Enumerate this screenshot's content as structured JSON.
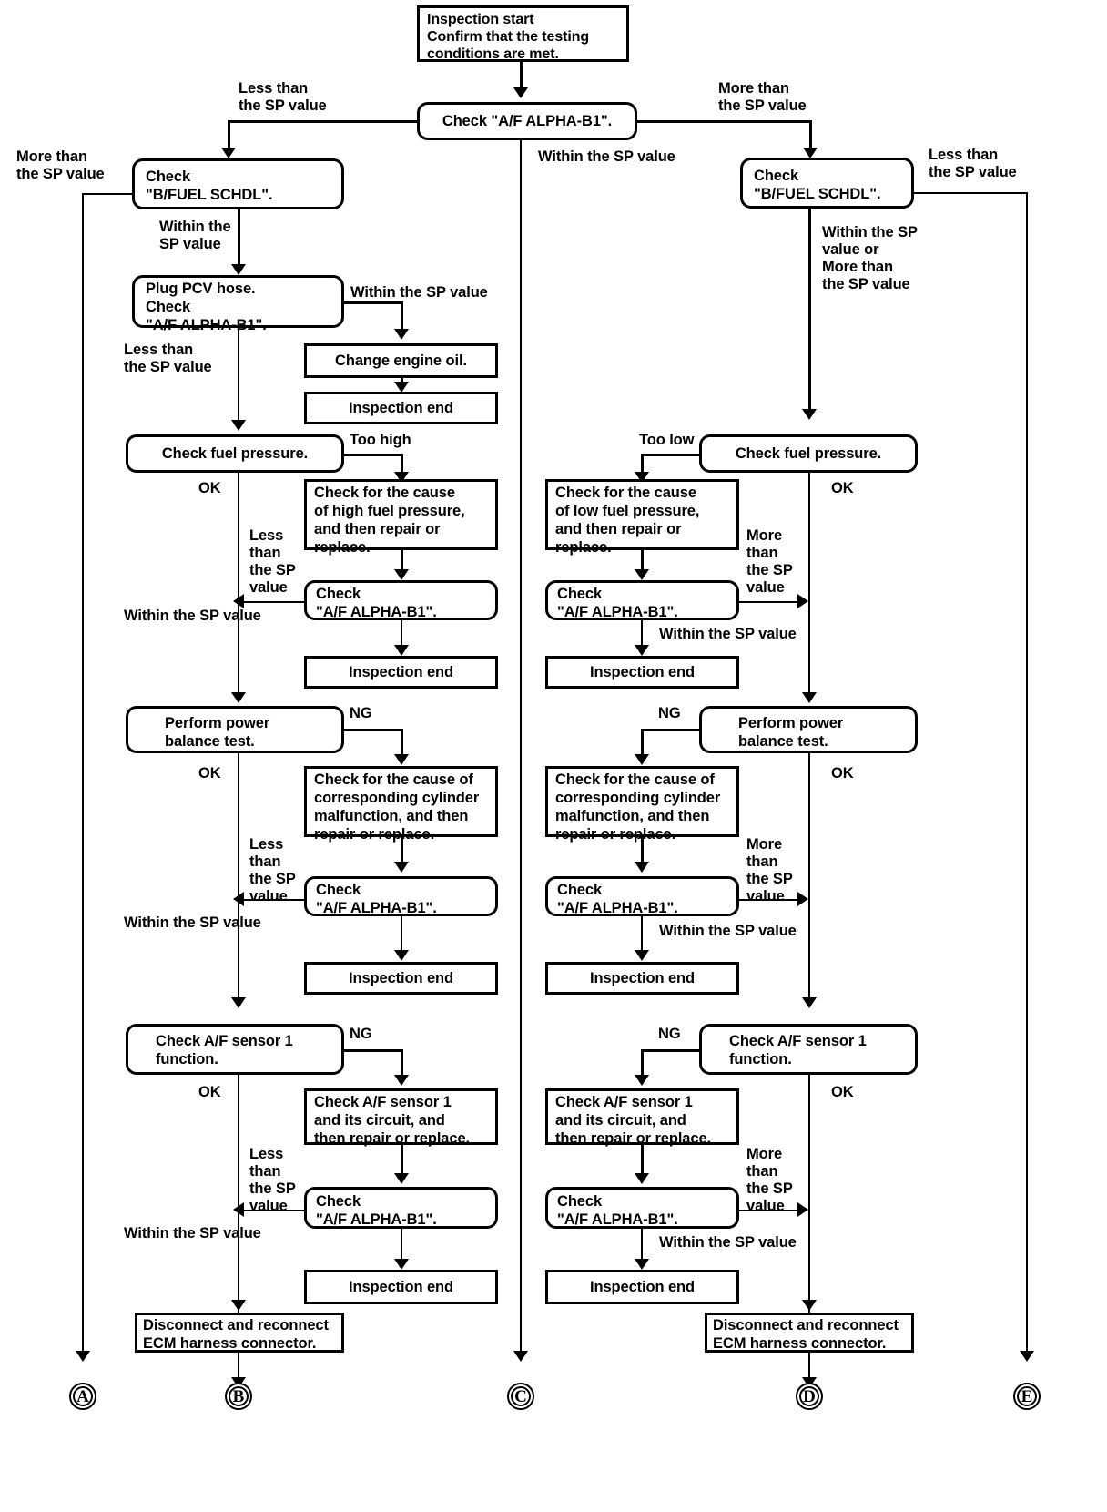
{
  "diagram": {
    "title": "A/F ALPHA-B1 diagnostic flow chart",
    "boxes": {
      "start": "Inspection start\nConfirm that the testing\nconditions are met.",
      "check_af_top": "Check \"A/F ALPHA-B1\".",
      "check_bfuel_left": "Check\n\"B/FUEL SCHDL\".",
      "check_bfuel_right": "Check\n\"B/FUEL SCHDL\".",
      "plug_pcv": "Plug PCV hose.\nCheck\n\"A/F ALPHA-B1\".",
      "change_oil": "Change engine oil.",
      "insp_end_1": "Inspection end",
      "check_fuel_press_left": "Check fuel pressure.",
      "check_fuel_press_right": "Check fuel pressure.",
      "cause_high_press": "Check for the cause\nof high fuel pressure,\nand then repair or\nreplace.",
      "cause_low_press": "Check for the cause\nof low fuel pressure,\nand then repair or\nreplace.",
      "check_af_2l": "Check\n\"A/F ALPHA-B1\".",
      "check_af_2r": "Check\n\"A/F ALPHA-B1\".",
      "insp_end_2l": "Inspection end",
      "insp_end_2r": "Inspection end",
      "power_balance_left": "Perform power\nbalance test.",
      "power_balance_right": "Perform power\nbalance test.",
      "cause_cyl_left": "Check for the cause of\ncorresponding cylinder\nmalfunction, and then\nrepair or replace.",
      "cause_cyl_right": "Check for the cause of\ncorresponding cylinder\nmalfunction, and then\nrepair or replace.",
      "check_af_3l": "Check\n\"A/F ALPHA-B1\".",
      "check_af_3r": "Check\n\"A/F ALPHA-B1\".",
      "insp_end_3l": "Inspection end",
      "insp_end_3r": "Inspection end",
      "af_sensor_left": "Check A/F sensor 1\nfunction.",
      "af_sensor_right": "Check A/F sensor 1\nfunction.",
      "af_circuit_left": "Check A/F sensor 1\nand its circuit, and\nthen repair or replace.",
      "af_circuit_right": "Check A/F sensor 1\nand its circuit, and\nthen repair or replace.",
      "check_af_4l": "Check\n\"A/F ALPHA-B1\".",
      "check_af_4r": "Check\n\"A/F ALPHA-B1\".",
      "insp_end_4l": "Inspection end",
      "insp_end_4r": "Inspection end",
      "ecm_left": "Disconnect and reconnect\nECM harness connector.",
      "ecm_right": "Disconnect and reconnect\nECM harness connector."
    },
    "labels": {
      "less_than_top": "Less than\nthe SP value",
      "more_than_top": "More than\nthe SP value",
      "more_than_far_left": "More than\nthe SP value",
      "less_than_far_right": "Less than\nthe SP value",
      "within_left_1": "Within the\nSP value",
      "within_center_top": "Within the SP value",
      "within_right_1": "Within the SP\nvalue or\nMore than\nthe SP value",
      "within_pcv": "Within the SP value",
      "less_than_pcv": "Less than\nthe SP value",
      "too_high": "Too high",
      "too_low": "Too low",
      "ok_fuel_left": "OK",
      "ok_fuel_right": "OK",
      "less_than_stack_1": "Less\nthan\nthe SP\nvalue",
      "more_than_stack_1": "More\nthan\nthe SP\nvalue",
      "within_sp_2l": "Within the SP value",
      "within_sp_2r": "Within the SP value",
      "ng_left_1": "NG",
      "ng_right_1": "NG",
      "ok_power_left": "OK",
      "ok_power_right": "OK",
      "less_than_stack_2": "Less\nthan\nthe SP\nvalue",
      "more_than_stack_2": "More\nthan\nthe SP\nvalue",
      "within_sp_3l": "Within the SP value",
      "within_sp_3r": "Within the SP value",
      "ng_left_2": "NG",
      "ng_right_2": "NG",
      "ok_sensor_left": "OK",
      "ok_sensor_right": "OK",
      "less_than_stack_3": "Less\nthan\nthe SP\nvalue",
      "more_than_stack_3": "More\nthan\nthe SP\nvalue",
      "within_sp_4l": "Within the SP value",
      "within_sp_4r": "Within the SP value"
    },
    "terminals": [
      {
        "id": "A",
        "label": "A"
      },
      {
        "id": "B",
        "label": "B"
      },
      {
        "id": "C",
        "label": "C"
      },
      {
        "id": "D",
        "label": "D"
      },
      {
        "id": "E",
        "label": "E"
      }
    ],
    "colors": {
      "line": "#000000",
      "box_fill": "#ffffff",
      "text": "#000000"
    }
  }
}
